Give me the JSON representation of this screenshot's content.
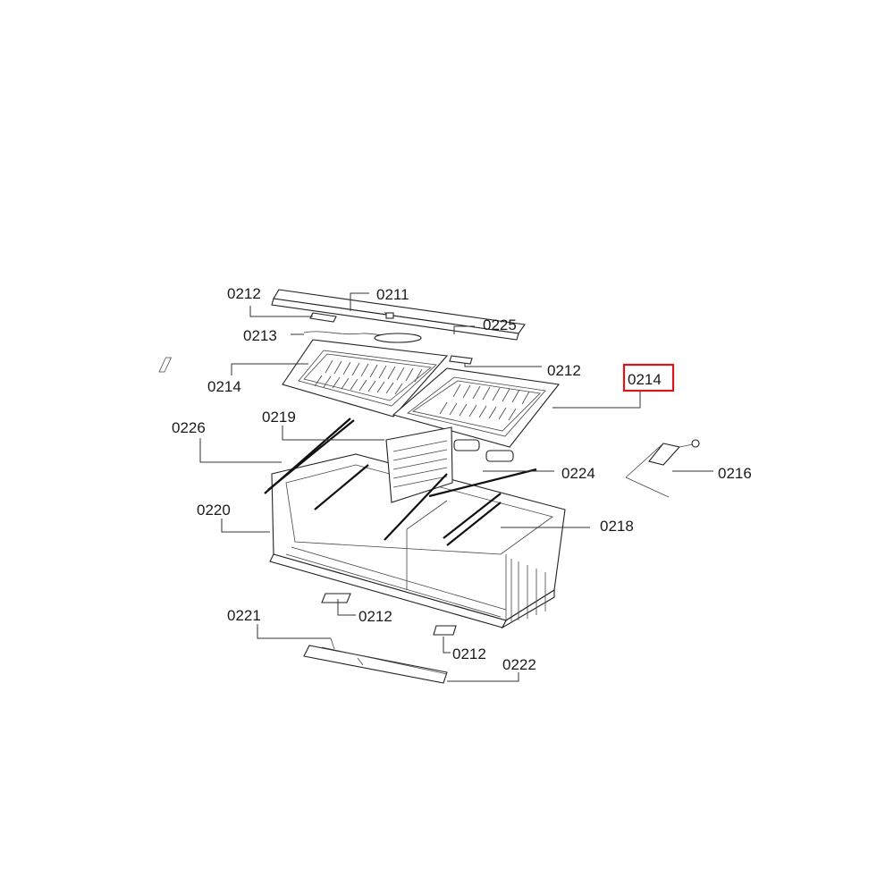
{
  "diagram": {
    "labels": {
      "l0211": "0211",
      "l0212_top": "0212",
      "l0225": "0225",
      "l0213": "0213",
      "l0212_mid": "0212",
      "l0214_left": "0214",
      "l0214_right": "0214",
      "l0219": "0219",
      "l0226": "0226",
      "l0224": "0224",
      "l0216": "0216",
      "l0220": "0220",
      "l0218": "0218",
      "l0212_lower1": "0212",
      "l0221": "0221",
      "l0212_lower2": "0212",
      "l0222": "0222"
    },
    "highlighted_label": "0214",
    "highlight_color": "#d9161c"
  }
}
